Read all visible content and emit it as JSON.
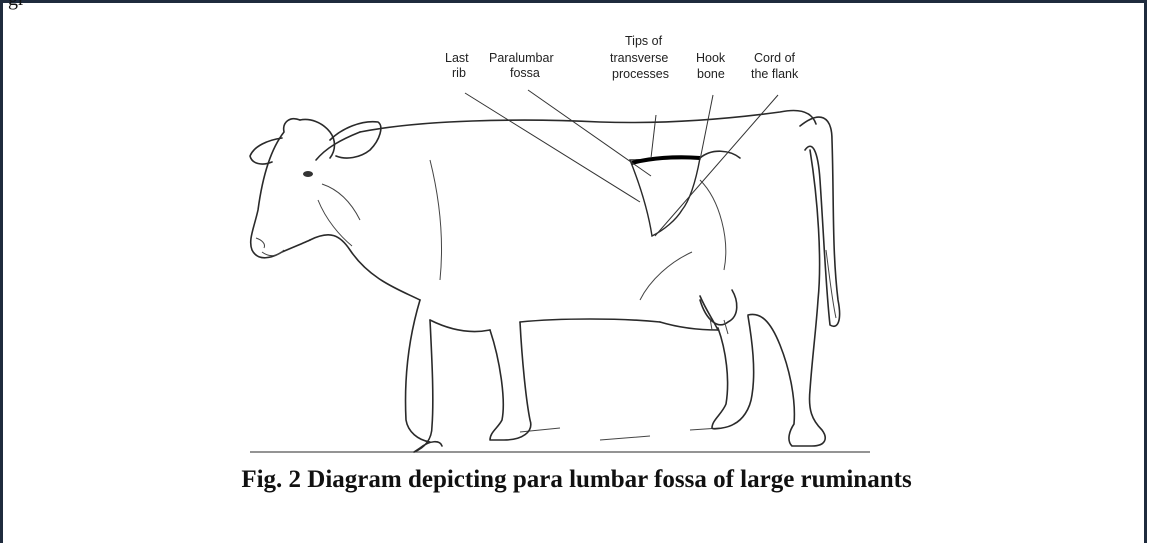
{
  "header": {
    "clipped_text": "gr"
  },
  "labels": {
    "last_rib_line1": "Last",
    "last_rib_line2": "rib",
    "paralumbar_line1": "Paralumbar",
    "paralumbar_line2": "fossa",
    "tips_line1": "Tips of",
    "tips_line2": "transverse",
    "tips_line3": "processes",
    "hook_line1": "Hook",
    "hook_line2": "bone",
    "cord_line1": "Cord of",
    "cord_line2": "the flank"
  },
  "caption": "Fig. 2 Diagram depicting para lumbar fossa of large ruminants",
  "colors": {
    "frame": "#1f2b3d",
    "ink": "#2a2a2a"
  }
}
